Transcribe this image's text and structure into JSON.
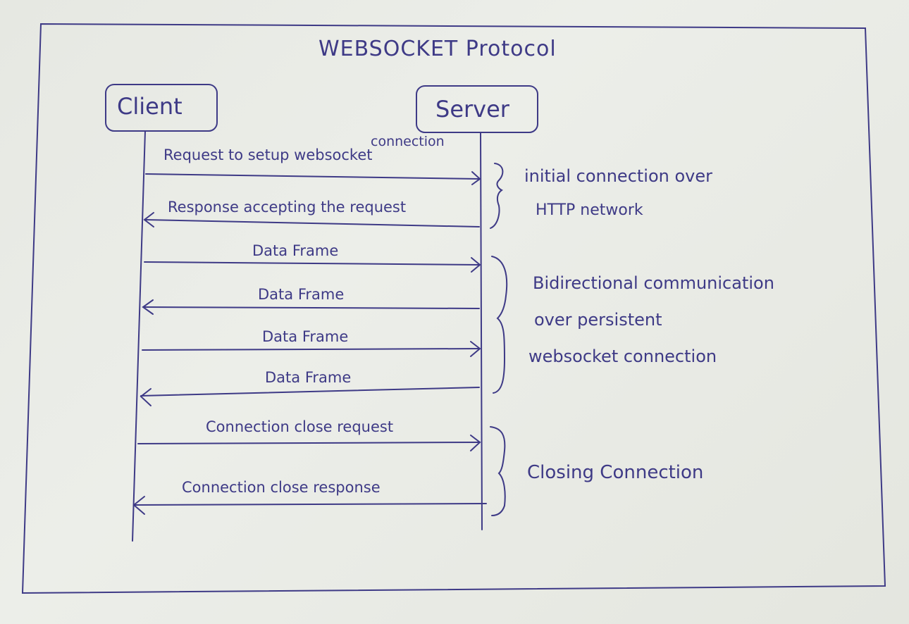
{
  "diagram": {
    "title": "WEBSOCKET Protocol",
    "type": "sequence-diagram",
    "ink_color": "#3e3a86",
    "participants": [
      {
        "id": "client",
        "label": "Client"
      },
      {
        "id": "server",
        "label": "Server"
      }
    ],
    "messages": [
      {
        "from": "client",
        "to": "server",
        "label": "Request to setup websocket connection"
      },
      {
        "from": "server",
        "to": "client",
        "label": "Response accepting the request"
      },
      {
        "from": "client",
        "to": "server",
        "label": "Data Frame"
      },
      {
        "from": "server",
        "to": "client",
        "label": "Data Frame"
      },
      {
        "from": "client",
        "to": "server",
        "label": "Data Frame"
      },
      {
        "from": "server",
        "to": "client",
        "label": "Data Frame"
      },
      {
        "from": "client",
        "to": "server",
        "label": "Connection close request"
      },
      {
        "from": "server",
        "to": "client",
        "label": "Connection close response"
      }
    ],
    "msg_line1_part1": "Request to setup websocket",
    "msg_line1_part2": "connection",
    "phases": [
      {
        "label_lines": [
          "initial connection over",
          "HTTP network"
        ]
      },
      {
        "label_lines": [
          "Bidirectional communication",
          "over persistent",
          "websocket connection"
        ]
      },
      {
        "label_lines": [
          "Closing Connection"
        ]
      }
    ]
  }
}
